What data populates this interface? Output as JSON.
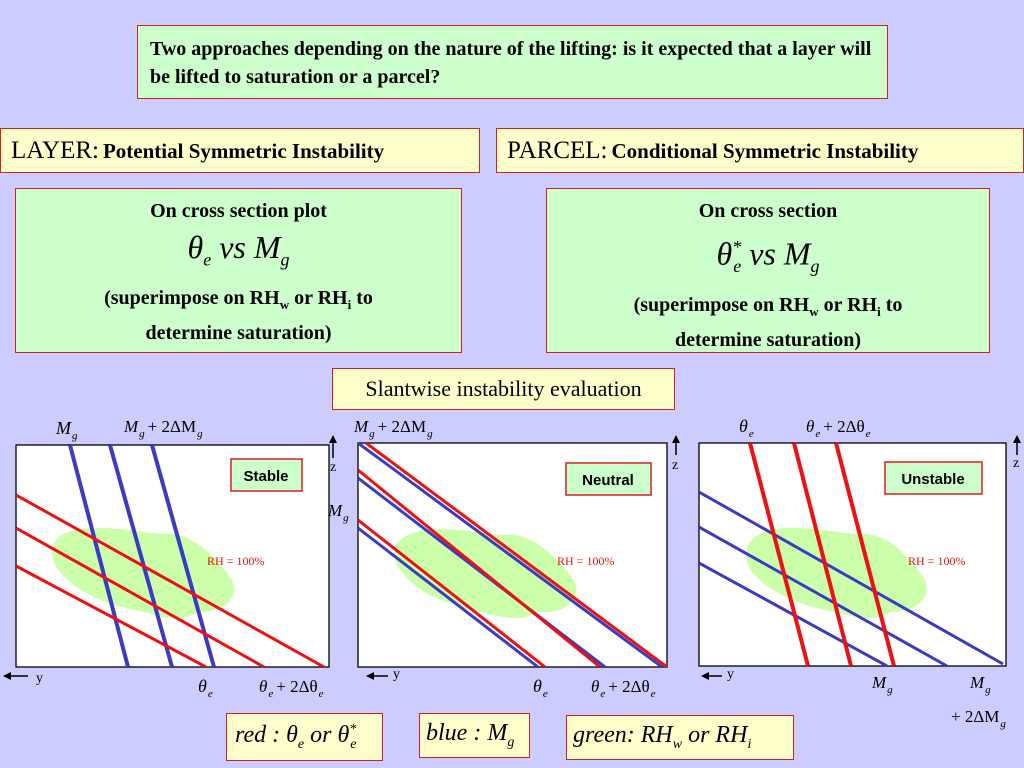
{
  "header": {
    "question": "Two approaches depending on the nature of the lifting:  is it expected that a layer will be lifted to saturation or a parcel?"
  },
  "layer": {
    "prefix": "LAYER:",
    "title": "Potential Symmetric Instability",
    "plot_heading": "On cross section plot",
    "formula_theta": "θ",
    "formula_theta_sub": "e",
    "formula_vs": "vs",
    "formula_M": "M",
    "formula_M_sub": "g",
    "note_a": "(superimpose on RH",
    "note_sub_w": "w",
    "note_b": " or RH",
    "note_sub_i": "i",
    "note_c": " to",
    "note_line2": "determine saturation)"
  },
  "parcel": {
    "prefix": "PARCEL:",
    "title": "Conditional Symmetric Instability",
    "plot_heading": "On cross section",
    "formula_theta": "θ",
    "formula_star": "*",
    "formula_theta_sub": "e",
    "formula_vs": "vs",
    "formula_M": "M",
    "formula_M_sub": "g",
    "note_a": "(superimpose on RH",
    "note_sub_w": "w",
    "note_b": " or RH",
    "note_sub_i": "i",
    "note_c": " to",
    "note_line2": "determine saturation)"
  },
  "evaluation_title": "Slantwise instability evaluation",
  "panels": [
    {
      "label": "Stable",
      "rh": "RH = 100%",
      "y_label": "y",
      "z_label": "z",
      "top_left": "M",
      "top_left_sub": "g",
      "top_mid": "M",
      "top_mid_sub": "g",
      "top_mid_plus": "+ 2ΔM",
      "top_mid_sub2": "g",
      "bottom_a": "θ",
      "bottom_a_sub": "e",
      "bottom_b": "θ",
      "bottom_b_sub": "e",
      "bottom_b_plus": "+ 2Δθ",
      "bottom_b_sub2": "e"
    },
    {
      "label": "Neutral",
      "rh": "RH = 100%",
      "y_label": "y",
      "z_label": "z",
      "top_mid": "M",
      "top_mid_sub": "g",
      "top_mid_plus": "+ 2ΔM",
      "top_mid_sub2": "g",
      "side_M": "M",
      "side_M_sub": "g",
      "bottom_a": "θ",
      "bottom_a_sub": "e",
      "bottom_b": "θ",
      "bottom_b_sub": "e",
      "bottom_b_plus": "+ 2Δθ",
      "bottom_b_sub2": "e"
    },
    {
      "label": "Unstable",
      "rh": "RH = 100%",
      "y_label": "y",
      "z_label": "z",
      "top_left": "θ",
      "top_left_sub": "e",
      "top_mid": "θ",
      "top_mid_sub": "e",
      "top_mid_plus": "+ 2Δθ",
      "top_mid_sub2": "e",
      "bottom_a": "M",
      "bottom_a_sub": "g",
      "bottom_b": "M",
      "bottom_b_sub": "g",
      "bottom_c_plus": "+ 2ΔM",
      "bottom_c_sub": "g"
    }
  ],
  "legend": {
    "red_text": "red : θ",
    "red_sub": "e",
    "red_or": "or θ",
    "red_star": "*",
    "red_sub2": "e",
    "blue_text": "blue : M",
    "blue_sub": "g",
    "green_text": "green: RH",
    "green_sub_w": "w",
    "green_or": "or RH",
    "green_sub_i": "i"
  },
  "colors": {
    "background": "#ccccff",
    "green_box": "#ccffcc",
    "yellow_box": "#ffffcc",
    "border_red": "#d62020",
    "theta_red": "#ee1111",
    "mg_blue": "#3b3bc4",
    "rh_green": "#ccffaa"
  }
}
